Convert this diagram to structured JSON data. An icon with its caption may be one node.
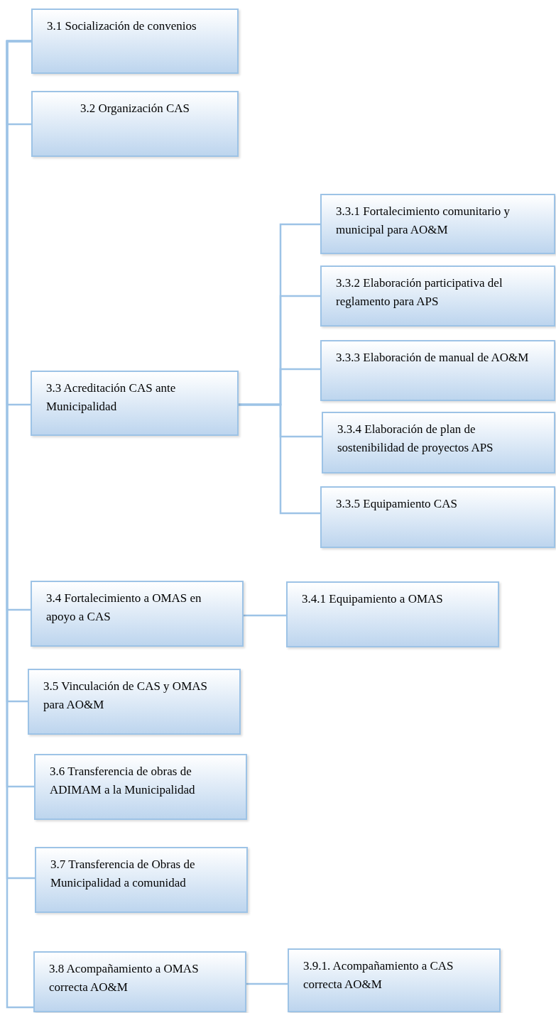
{
  "diagram": {
    "nodes": [
      {
        "text": [
          "3.1 Socialización de convenios"
        ]
      },
      {
        "text": [
          "3.2 Organización CAS"
        ]
      },
      {
        "text": [
          "3.3 Acreditación CAS ante Municipalidad"
        ]
      },
      {
        "text": [
          "3.3.1 Fortalecimiento comunitario y municipal para AO&M"
        ]
      },
      {
        "text": [
          "3.3.2 Elaboración participativa del reglamento para APS"
        ]
      },
      {
        "text": [
          "3.3.3 Elaboración de manual de AO&M"
        ]
      },
      {
        "text": [
          "3.3.4 Elaboración de plan de sostenibilidad de proyectos APS"
        ]
      },
      {
        "text": [
          "3.3.5 Equipamiento CAS"
        ]
      },
      {
        "text": [
          "3.4 Fortalecimiento a OMAS en apoyo a CAS"
        ]
      },
      {
        "text": [
          "3.4.1 Equipamiento a OMAS"
        ]
      },
      {
        "text": [
          "3.5 Vinculación de CAS y OMAS para AO&M"
        ]
      },
      {
        "text": [
          "3.6 Transferencia de obras de ADIMAM a la Municipalidad"
        ]
      },
      {
        "text": [
          "3.7 Transferencia de Obras de Municipalidad a comunidad"
        ]
      },
      {
        "text": [
          "3.8 Acompañamiento a OMAS correcta AO&M"
        ]
      },
      {
        "text": [
          "3.9.1. Acompañamiento a CAS correcta AO&M"
        ]
      }
    ],
    "edges": [
      {
        "from": 0,
        "to": 1,
        "arrow": "none"
      },
      {
        "from": 0,
        "to": 2,
        "arrow": "none"
      },
      {
        "from": 0,
        "to": 8,
        "arrow": "none"
      },
      {
        "from": 0,
        "to": 10,
        "arrow": "none"
      },
      {
        "from": 0,
        "to": 11,
        "arrow": "none"
      },
      {
        "from": 0,
        "to": 12,
        "arrow": "none"
      },
      {
        "from": 0,
        "to": 13,
        "arrow": "none"
      },
      {
        "from": 2,
        "to": 3,
        "arrow": "none"
      },
      {
        "from": 2,
        "to": 4,
        "arrow": "none"
      },
      {
        "from": 2,
        "to": 5,
        "arrow": "none"
      },
      {
        "from": 2,
        "to": 6,
        "arrow": "none"
      },
      {
        "from": 2,
        "to": 7,
        "arrow": "none"
      },
      {
        "from": 8,
        "to": 9,
        "arrow": "none"
      },
      {
        "from": 13,
        "to": 14,
        "arrow": "none"
      }
    ]
  }
}
